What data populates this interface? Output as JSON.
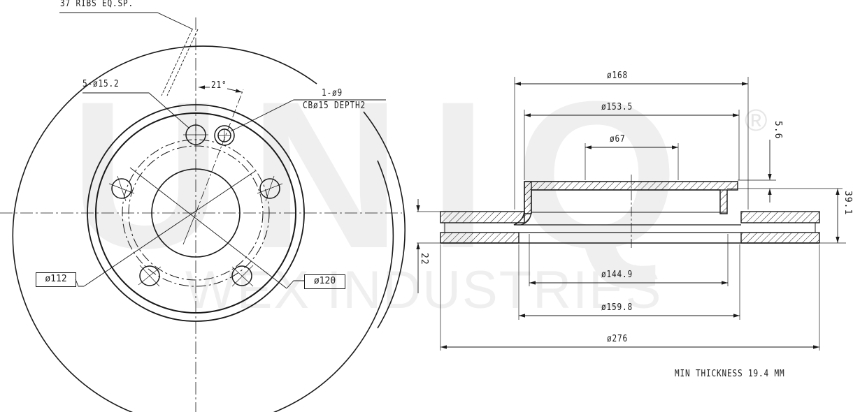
{
  "watermark": {
    "logo": "UNIQ",
    "registered": "®",
    "subtitle": "WEX INDUSTRIES"
  },
  "front_view": {
    "ribs_note": "37 RIBS EQ.SP.",
    "bolt_holes_note": "5-ø15.2",
    "angle_note": "21°",
    "locator_hole_line1": "1-ø9",
    "locator_hole_line2": "CBø15 DEPTH2",
    "pcd_inner_box": "ø112",
    "pcd_outer_box": "ø120"
  },
  "section_view": {
    "dim_168": "ø168",
    "dim_153_5": "ø153.5",
    "dim_67": "ø67",
    "dim_5_6": "5.6",
    "dim_39_1": "39.1",
    "dim_22": "22",
    "dim_144_9": "ø144.9",
    "dim_159_8": "ø159.8",
    "dim_276": "ø276"
  },
  "notes": {
    "min_thickness": "MIN THICKNESS 19.4 MM"
  },
  "colors": {
    "line": "#1a1a1a",
    "watermark": "#efefef"
  }
}
